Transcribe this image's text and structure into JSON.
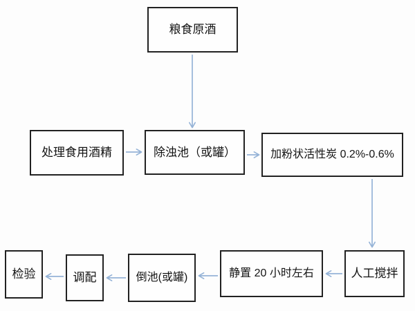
{
  "diagram": {
    "type": "flowchart",
    "language": "zh-CN",
    "nodes": {
      "grain_raw_liquor": {
        "label": "粮食原酒"
      },
      "treat_edible_alcohol": {
        "label": "处理食用酒精"
      },
      "turbidity_removal_pool": {
        "label": "除浊池（或罐）"
      },
      "add_activated_carbon": {
        "label": "加粉状活性炭 0.2%-0.6%"
      },
      "manual_stirring": {
        "label": "人工搅拌"
      },
      "stand_still_20h": {
        "label": "静置 20 小时左右"
      },
      "pour_pool": {
        "label": "倒池(或罐)"
      },
      "blending": {
        "label": "调配"
      },
      "inspection": {
        "label": "检验"
      }
    },
    "edges": [
      {
        "from": "grain_raw_liquor",
        "to": "turbidity_removal_pool",
        "direction": "down"
      },
      {
        "from": "treat_edible_alcohol",
        "to": "turbidity_removal_pool",
        "direction": "right"
      },
      {
        "from": "turbidity_removal_pool",
        "to": "add_activated_carbon",
        "direction": "right"
      },
      {
        "from": "add_activated_carbon",
        "to": "manual_stirring",
        "direction": "down"
      },
      {
        "from": "manual_stirring",
        "to": "stand_still_20h",
        "direction": "left"
      },
      {
        "from": "stand_still_20h",
        "to": "pour_pool",
        "direction": "left"
      },
      {
        "from": "pour_pool",
        "to": "blending",
        "direction": "left"
      },
      {
        "from": "blending",
        "to": "inspection",
        "direction": "left"
      }
    ],
    "colors": {
      "arrow": "#95b3d7",
      "box_border": "#212121",
      "box_fill": "#fefefe",
      "text": "#141414",
      "background": "#fdfdfd"
    }
  }
}
